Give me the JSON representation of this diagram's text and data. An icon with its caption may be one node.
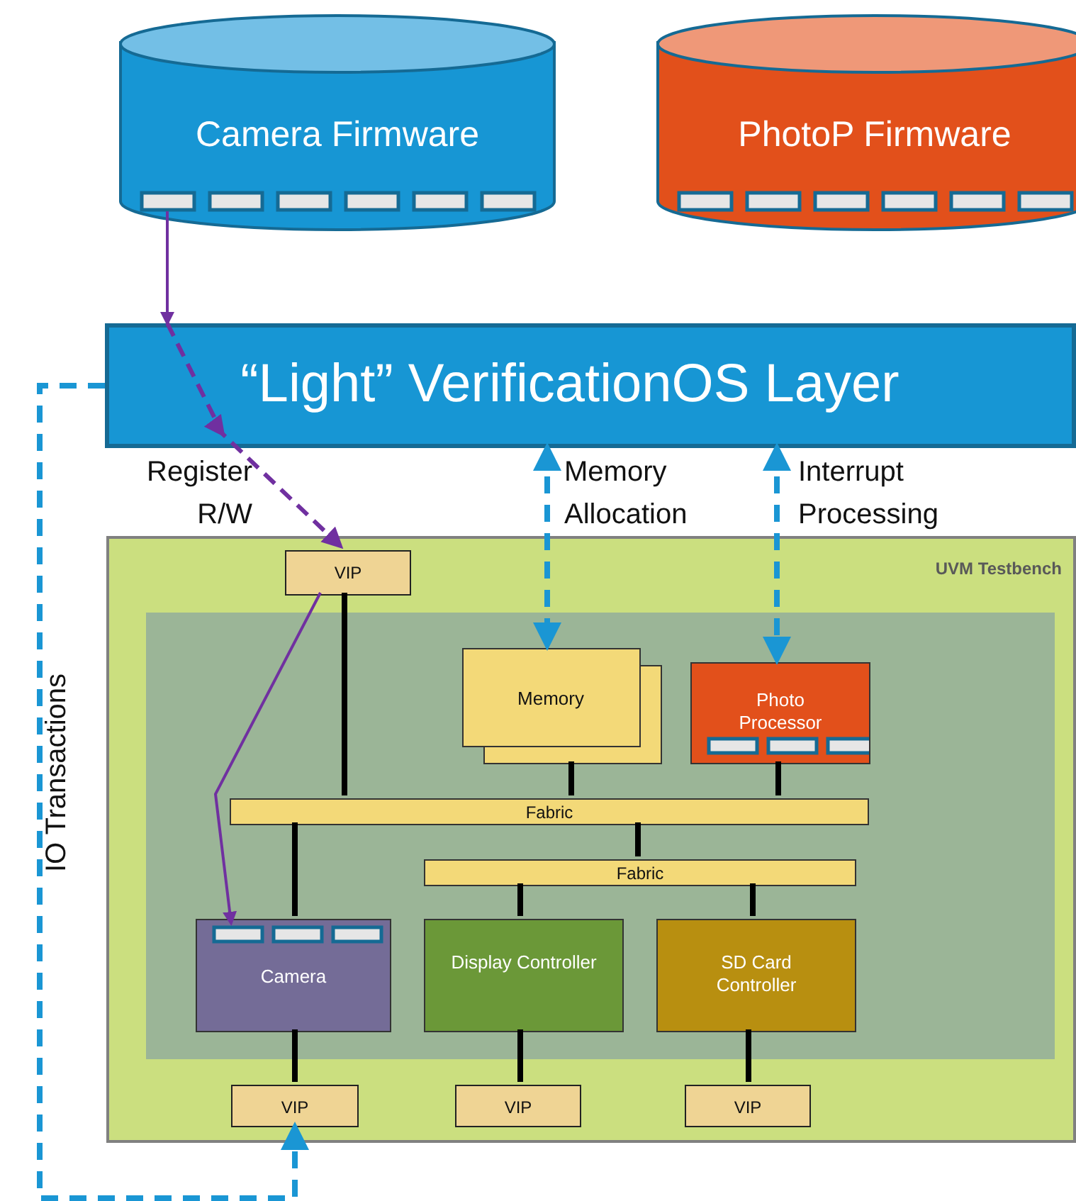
{
  "diagram": {
    "nodes": [
      {
        "text": [
          "Camera Firmware"
        ]
      },
      {
        "text": [
          "PhotoP Firmware"
        ]
      },
      {
        "text": [
          "“Light” VerificationOS Layer"
        ]
      },
      {
        "text": [
          "UVM Testbench"
        ]
      },
      {
        "text": [],
        "shape": "box",
        "in": 3
      },
      {
        "text": [
          "VIP"
        ],
        "in": 3
      },
      {
        "text": [
          "Memory"
        ],
        "in": 4
      },
      {
        "text": [
          "Photo Processor"
        ],
        "in": 4
      },
      {
        "text": [
          "Fabric"
        ],
        "in": 4
      },
      {
        "text": [
          "Fabric"
        ],
        "in": 4
      },
      {
        "text": [
          "Camera"
        ],
        "in": 4
      },
      {
        "text": [
          "Display Controller"
        ],
        "in": 4
      },
      {
        "text": [
          "SD Card Controller"
        ],
        "in": 4
      },
      {
        "text": [
          "VIP"
        ],
        "in": 3
      },
      {
        "text": [
          "VIP"
        ],
        "in": 3
      },
      {
        "text": [
          "VIP"
        ],
        "in": 3
      }
    ],
    "edges": [
      {
        "from": 0,
        "to": 2,
        "arrow": "to",
        "color": "#7030a0"
      },
      {
        "from": 2,
        "to": 5,
        "arrow": "to",
        "label": "Register R/W",
        "style": "dashed",
        "color": "#7030a0"
      },
      {
        "from": 5,
        "to": 10,
        "arrow": "to",
        "color": "#7030a0"
      },
      {
        "from": 2,
        "to": 6,
        "arrow": "both",
        "label": "Memory Allocation",
        "style": "dashed",
        "color": "#1a96d4"
      },
      {
        "from": 2,
        "to": 7,
        "arrow": "both",
        "label": "Interrupt Processing",
        "style": "dashed",
        "color": "#1a96d4"
      },
      {
        "from": 2,
        "to": 13,
        "arrow": "to",
        "label": "IO Transactions",
        "style": "dashed",
        "color": "#1a96d4"
      },
      {
        "from": 5,
        "to": 8,
        "arrow": "none"
      },
      {
        "from": 6,
        "to": 8,
        "arrow": "none"
      },
      {
        "from": 7,
        "to": 8,
        "arrow": "none"
      },
      {
        "from": 8,
        "to": 9,
        "arrow": "none"
      },
      {
        "from": 8,
        "to": 10,
        "arrow": "none"
      },
      {
        "from": 9,
        "to": 11,
        "arrow": "none"
      },
      {
        "from": 9,
        "to": 12,
        "arrow": "none"
      },
      {
        "from": 10,
        "to": 13,
        "arrow": "none"
      },
      {
        "from": 11,
        "to": 14,
        "arrow": "none"
      },
      {
        "from": 12,
        "to": 15,
        "arrow": "none"
      }
    ]
  }
}
